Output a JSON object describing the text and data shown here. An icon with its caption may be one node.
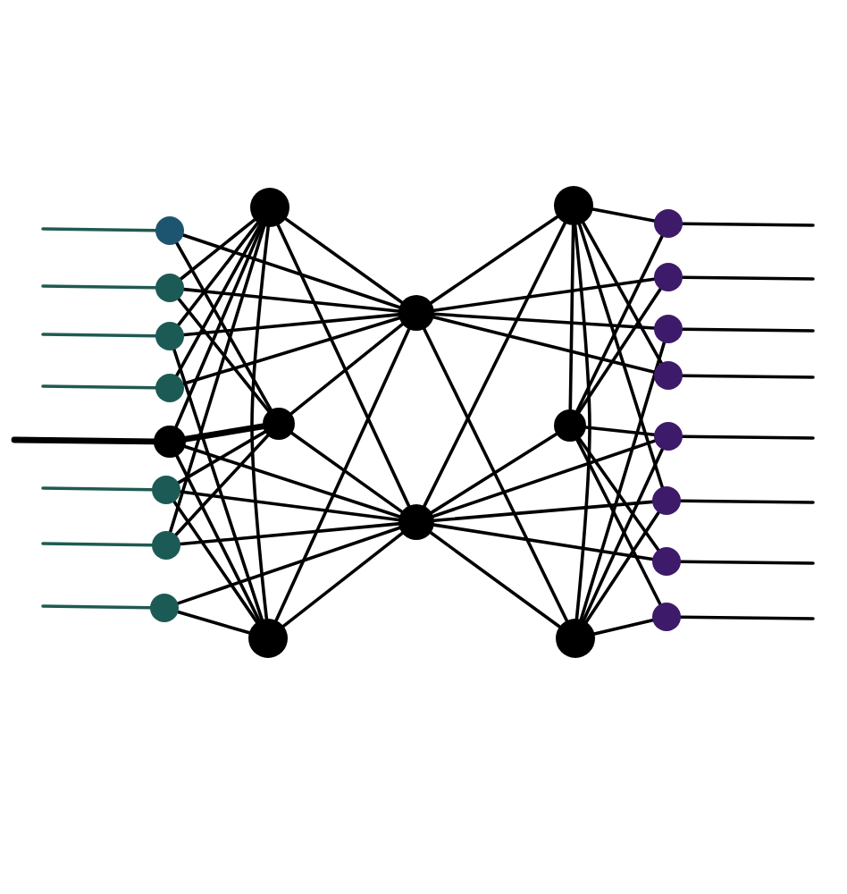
{
  "diagram": {
    "nodes": [
      {
        "text": [],
        "shape": "circle"
      },
      {
        "text": [],
        "shape": "circle"
      },
      {
        "text": [],
        "shape": "circle"
      },
      {
        "text": [],
        "shape": "circle"
      },
      {
        "text": [],
        "shape": "circle"
      },
      {
        "text": [],
        "shape": "circle"
      },
      {
        "text": [],
        "shape": "circle"
      },
      {
        "text": [],
        "shape": "circle"
      },
      {
        "text": [],
        "shape": "circle"
      },
      {
        "text": [],
        "shape": "circle"
      },
      {
        "text": [],
        "shape": "circle"
      },
      {
        "text": [],
        "shape": "circle"
      },
      {
        "text": [],
        "shape": "circle"
      },
      {
        "text": [],
        "shape": "circle"
      },
      {
        "text": [],
        "shape": "circle"
      },
      {
        "text": [],
        "shape": "circle"
      },
      {
        "text": [],
        "shape": "circle"
      },
      {
        "text": [],
        "shape": "circle"
      },
      {
        "text": [],
        "shape": "circle"
      },
      {
        "text": [],
        "shape": "circle"
      },
      {
        "text": [],
        "shape": "circle"
      },
      {
        "text": [],
        "shape": "circle"
      },
      {
        "text": [],
        "shape": "circle"
      },
      {
        "text": [],
        "shape": "circle"
      }
    ],
    "edges": [
      {
        "from": null,
        "to": 0,
        "arrow": "none",
        "color": "#1f5a52"
      },
      {
        "from": null,
        "to": 1,
        "arrow": "none",
        "color": "#1f5a52"
      },
      {
        "from": null,
        "to": 2,
        "arrow": "none",
        "color": "#1f5a52"
      },
      {
        "from": null,
        "to": 3,
        "arrow": "none",
        "color": "#1f5a52"
      },
      {
        "from": null,
        "to": 4,
        "arrow": "none",
        "style": "thick"
      },
      {
        "from": null,
        "to": 5,
        "arrow": "none",
        "color": "#1f5a52"
      },
      {
        "from": null,
        "to": 6,
        "arrow": "none",
        "color": "#1f5a52"
      },
      {
        "from": null,
        "to": 7,
        "arrow": "none",
        "color": "#1f5a52"
      },
      {
        "from": 16,
        "to": null,
        "arrow": "none"
      },
      {
        "from": 17,
        "to": null,
        "arrow": "none"
      },
      {
        "from": 18,
        "to": null,
        "arrow": "none"
      },
      {
        "from": 19,
        "to": null,
        "arrow": "none"
      },
      {
        "from": 20,
        "to": null,
        "arrow": "none"
      },
      {
        "from": 21,
        "to": null,
        "arrow": "none"
      },
      {
        "from": 22,
        "to": null,
        "arrow": "none"
      },
      {
        "from": 23,
        "to": null,
        "arrow": "none"
      },
      {
        "from": 0,
        "to": 11,
        "arrow": "none"
      },
      {
        "from": 0,
        "to": 9,
        "arrow": "none"
      },
      {
        "from": 1,
        "to": 8,
        "arrow": "none"
      },
      {
        "from": 1,
        "to": 11,
        "arrow": "none"
      },
      {
        "from": 1,
        "to": 9,
        "arrow": "none"
      },
      {
        "from": 2,
        "to": 8,
        "arrow": "none"
      },
      {
        "from": 2,
        "to": 11,
        "arrow": "none"
      },
      {
        "from": 2,
        "to": 10,
        "arrow": "none"
      },
      {
        "from": 3,
        "to": 8,
        "arrow": "none"
      },
      {
        "from": 3,
        "to": 11,
        "arrow": "none"
      },
      {
        "from": 4,
        "to": 9,
        "arrow": "none",
        "style": "thick"
      },
      {
        "from": 4,
        "to": 12,
        "arrow": "none"
      },
      {
        "from": 4,
        "to": 10,
        "arrow": "none"
      },
      {
        "from": 4,
        "to": 8,
        "arrow": "none"
      },
      {
        "from": 5,
        "to": 9,
        "arrow": "none"
      },
      {
        "from": 5,
        "to": 12,
        "arrow": "none"
      },
      {
        "from": 5,
        "to": 10,
        "arrow": "none"
      },
      {
        "from": 6,
        "to": 8,
        "arrow": "none"
      },
      {
        "from": 6,
        "to": 12,
        "arrow": "none"
      },
      {
        "from": 6,
        "to": 9,
        "arrow": "none"
      },
      {
        "from": 7,
        "to": 12,
        "arrow": "none"
      },
      {
        "from": 7,
        "to": 10,
        "arrow": "none"
      },
      {
        "from": 8,
        "to": 11,
        "arrow": "none"
      },
      {
        "from": 8,
        "to": 10,
        "arrow": "none"
      },
      {
        "from": 8,
        "to": 12,
        "arrow": "none"
      },
      {
        "from": 9,
        "to": 11,
        "arrow": "none"
      },
      {
        "from": 9,
        "to": 12,
        "arrow": "none"
      },
      {
        "from": 10,
        "to": 11,
        "arrow": "none"
      },
      {
        "from": 10,
        "to": 12,
        "arrow": "none"
      },
      {
        "from": 11,
        "to": 13,
        "arrow": "none"
      },
      {
        "from": 11,
        "to": 15,
        "arrow": "none"
      },
      {
        "from": 11,
        "to": 17,
        "arrow": "none"
      },
      {
        "from": 11,
        "to": 18,
        "arrow": "none"
      },
      {
        "from": 11,
        "to": 19,
        "arrow": "none"
      },
      {
        "from": 12,
        "to": 13,
        "arrow": "none"
      },
      {
        "from": 12,
        "to": 14,
        "arrow": "none"
      },
      {
        "from": 12,
        "to": 15,
        "arrow": "none"
      },
      {
        "from": 12,
        "to": 20,
        "arrow": "none"
      },
      {
        "from": 12,
        "to": 21,
        "arrow": "none"
      },
      {
        "from": 12,
        "to": 22,
        "arrow": "none"
      },
      {
        "from": 13,
        "to": 16,
        "arrow": "none"
      },
      {
        "from": 13,
        "to": 14,
        "arrow": "none"
      },
      {
        "from": 13,
        "to": 15,
        "arrow": "none"
      },
      {
        "from": 13,
        "to": 19,
        "arrow": "none"
      },
      {
        "from": 13,
        "to": 21,
        "arrow": "none"
      },
      {
        "from": 14,
        "to": 16,
        "arrow": "none"
      },
      {
        "from": 14,
        "to": 17,
        "arrow": "none"
      },
      {
        "from": 14,
        "to": 20,
        "arrow": "none"
      },
      {
        "from": 14,
        "to": 22,
        "arrow": "none"
      },
      {
        "from": 14,
        "to": 23,
        "arrow": "none"
      },
      {
        "from": 15,
        "to": 18,
        "arrow": "none"
      },
      {
        "from": 15,
        "to": 20,
        "arrow": "none"
      },
      {
        "from": 15,
        "to": 21,
        "arrow": "none"
      },
      {
        "from": 15,
        "to": 23,
        "arrow": "none"
      }
    ]
  }
}
